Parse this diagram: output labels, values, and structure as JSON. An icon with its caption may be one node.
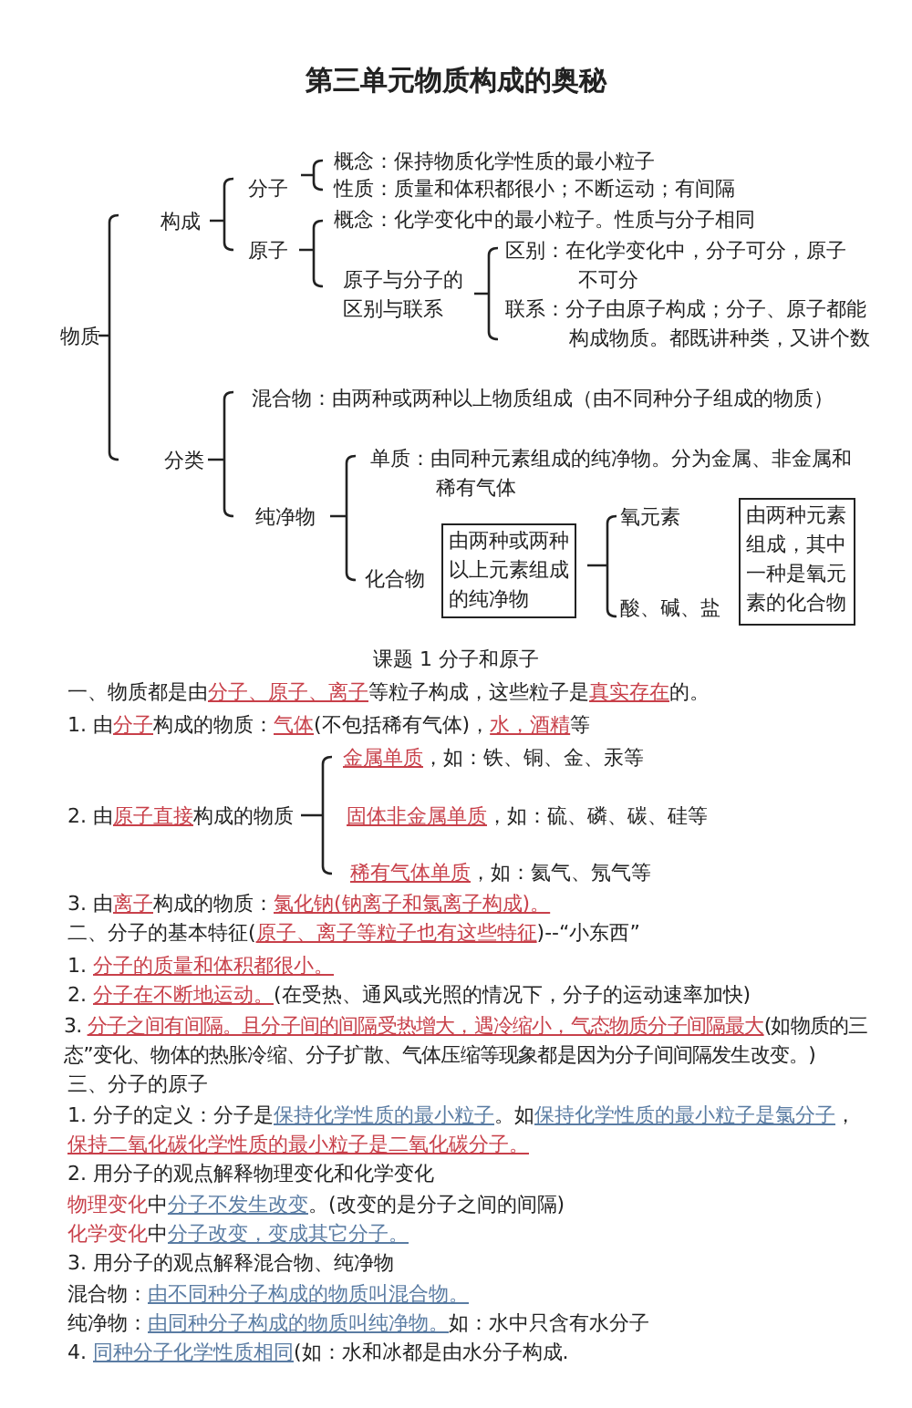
{
  "diagram": {
    "title": "第三单元物质构成的奥秘",
    "nodes": [
      {
        "text": [
          "由两种或两种以上元素组成的纯净物"
        ]
      },
      {
        "text": [
          "由两种元素组成，其中一种是氧元素的化合物"
        ]
      }
    ],
    "labels": [
      "物质",
      "构成",
      "分子",
      "概念：保持物质化学性质的最小粒子",
      "性质：质量和体积都很小；不断运动；有间隔",
      "原子",
      "概念：化学变化中的最小粒子。性质与分子相同",
      "原子与分子的区别与联系",
      "区别：在化学变化中，分子可分，原子不可分",
      "联系：分子由原子构成；分子、原子都能构成物质。都既讲种类，又讲个数",
      "分类",
      "混合物：由两种或两种以上物质组成（由不同种分子组成的物质）",
      "纯净物",
      "单质：由同种元素组成的纯净物。分为金属、非金属和稀有气体",
      "化合物",
      "氧元素",
      "酸、碱、盐",
      "课题 1  分子和原子",
      "一、物质都是由**分子、原子、离子**等粒子构成，这些粒子是**真实存在**的。",
      "1.  由**分子**构成的物质：**气体**(不包括稀有气体)，**水，酒精**等",
      "2.  由**原子直接**构成的物质",
      "**金属单质**，如：铁、铜、金、汞等",
      "**固体非金属单质**，如：硫、磷、碳、硅等",
      "**稀有气体单质**，如：氦气、氖气等",
      "3. 由**离子**构成的物质：**氯化钠(钠离子和氯离子构成)。**",
      "二、分子的基本特征(**原子、离子等粒子也有这些特征**)--“小东西”",
      "1. **分子的质量和体积都很小。**",
      "2. **分子在不断地运动。**(在受热、通风或光照的情况下，分子的运动速率加快)",
      "3. **分子之间有间隔。且分子间的间隔受热增大，遇冷缩小，气态物质分子间隔最大**(如物质的三态”变化、物体的热胀冷缩、分子扩散、气体压缩等现象都是因为分子间间隔发生改变。)",
      "三、分子的原子",
      "1. 分子的定义：分子是**保持化学性质的最小粒子**。如**保持化学性质的最小粒子是氯分子**，**保持二氧化碳化学性质的最小粒子是二氧化碳分子。**",
      "2. 用分子的观点解释物理变化和化学变化",
      "**物理变化**中**分子不发生改变**。(改变的是分子之间的间隔)",
      "**化学变化**中**分子改变，变成其它分子。**",
      "3.  用分子的观点解释混合物、纯净物",
      "混合物：**由不同种分子构成的物质叫混合物。**",
      "纯净物：**由同种分子构成的物质叫纯净物。**如：水中只含有水分子",
      "4.  **同种分子化学性质相同**(如：水和冰都是由水分子构成."
    ]
  }
}
